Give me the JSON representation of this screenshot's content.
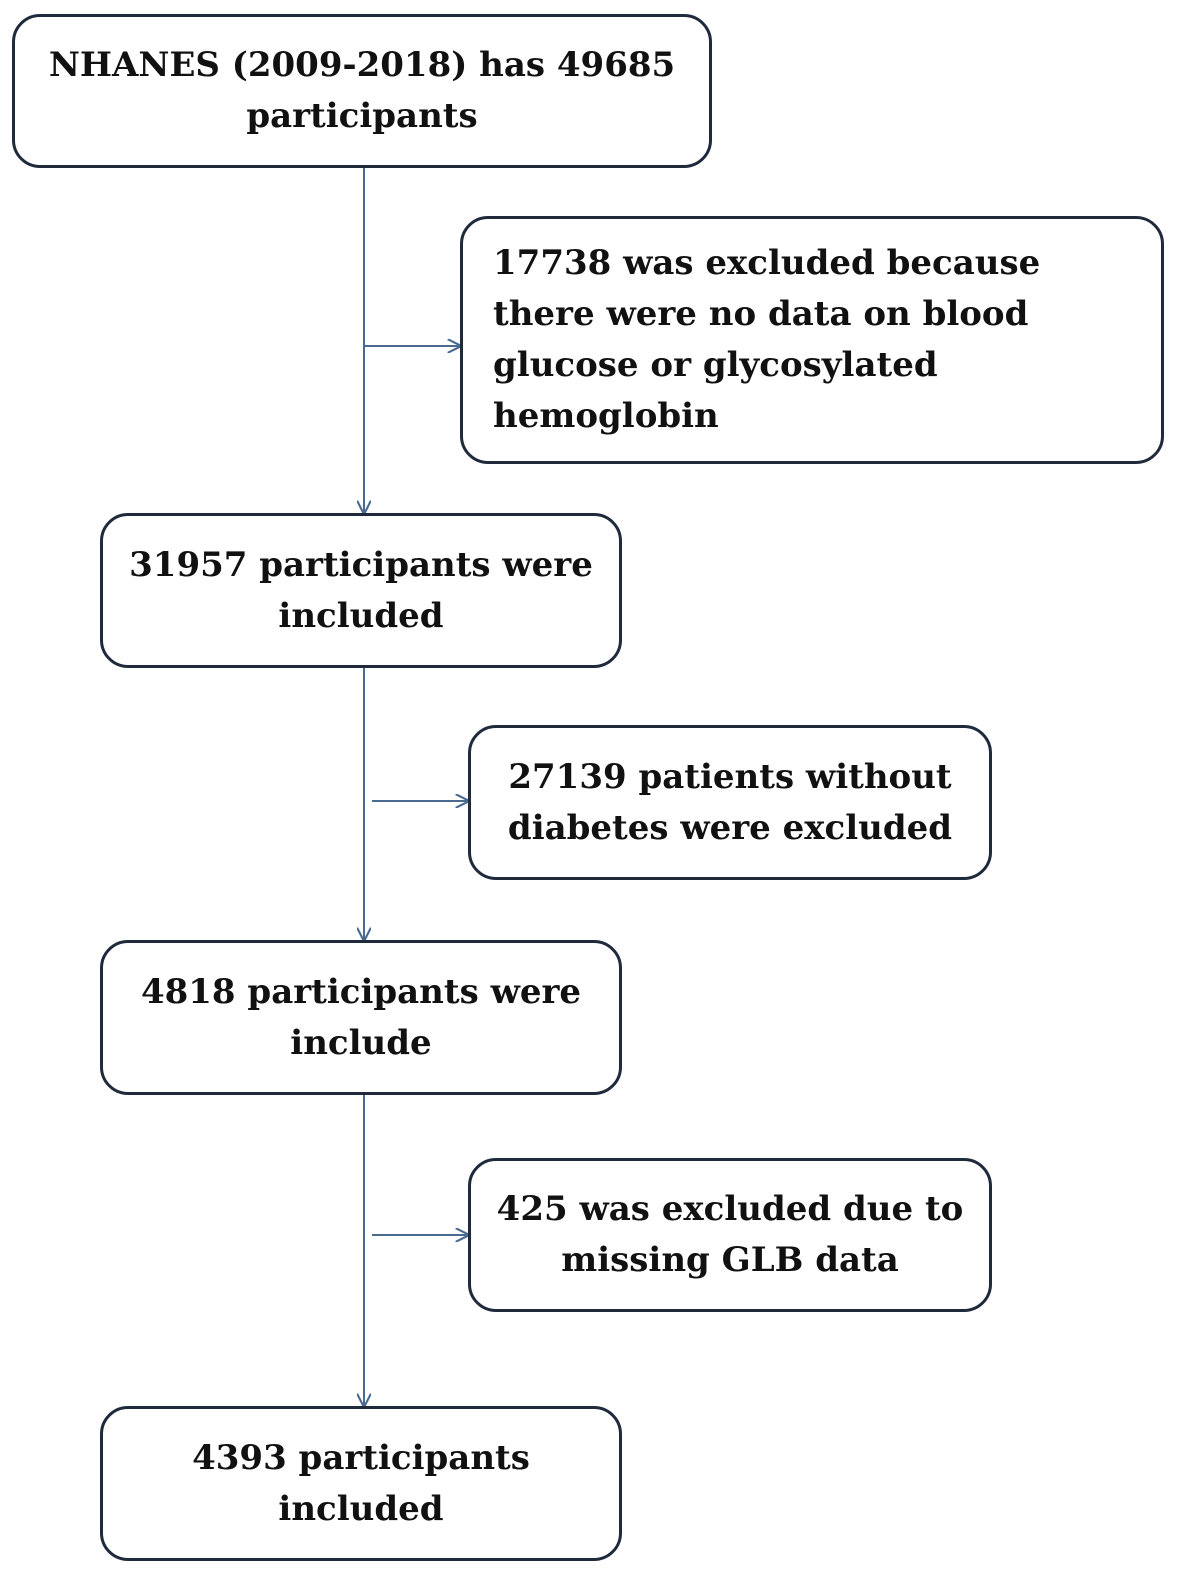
{
  "flowchart": {
    "main_boxes": [
      {
        "text": "NHANES (2009-2018) has 49685 participants"
      },
      {
        "text": "31957 participants were included"
      },
      {
        "text": "4818 participants were include"
      },
      {
        "text": "4393 participants included"
      }
    ],
    "exclusion_boxes": [
      {
        "text": "17738 was excluded because there were  no data on blood glucose or glycosylated hemoglobin"
      },
      {
        "text": "27139 patients without diabetes were excluded"
      },
      {
        "text": "425 was excluded due to missing GLB data"
      }
    ],
    "colors": {
      "box_border": "#1f2a3d",
      "connector": "#4a6a8f",
      "text": "#111111"
    }
  }
}
